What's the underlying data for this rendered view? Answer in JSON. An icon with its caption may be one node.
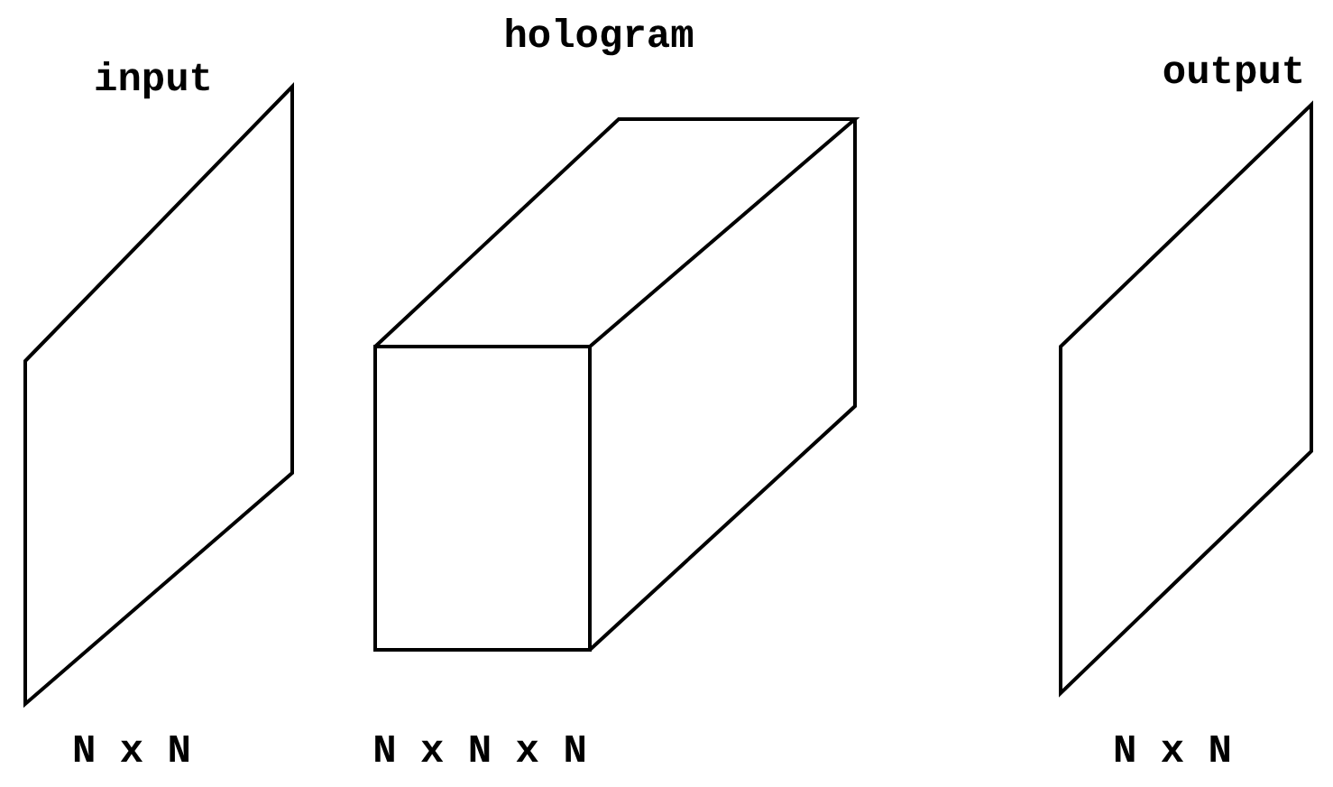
{
  "diagram": {
    "nodes": [
      {
        "text": [
          "input"
        ],
        "beside": [
          "N x N"
        ]
      },
      {
        "text": [
          "hologram"
        ],
        "beside": [
          "N x N x N"
        ]
      },
      {
        "text": [
          "output"
        ],
        "beside": [
          "N x N"
        ]
      }
    ]
  }
}
